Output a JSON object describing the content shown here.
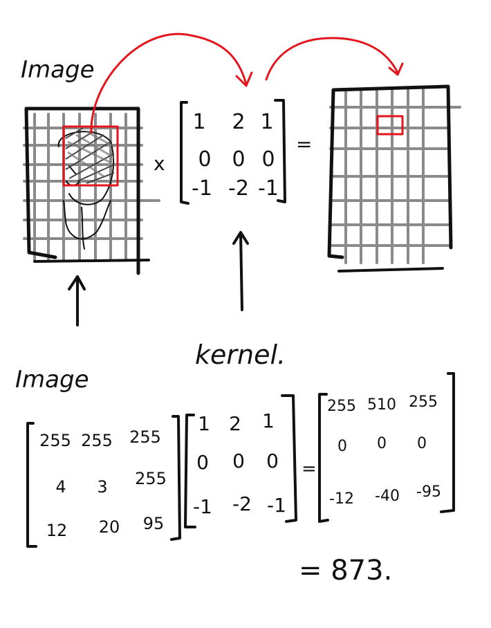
{
  "labels": {
    "image_top": "Image",
    "image_bottom": "Image",
    "kernel": "kernel.",
    "times": "x",
    "equals_top": "=",
    "equals_bottom": "=",
    "result": "= 873."
  },
  "kernel_top": [
    [
      "1",
      "2",
      "1"
    ],
    [
      "0",
      "0",
      "0"
    ],
    [
      "-1",
      "-2",
      "-1"
    ]
  ],
  "image_matrix": [
    [
      "255",
      "255",
      "255"
    ],
    [
      "4",
      "3",
      "255"
    ],
    [
      "12",
      "20",
      "95"
    ]
  ],
  "kernel_bottom": [
    [
      "1",
      "2",
      "1"
    ],
    [
      "0",
      "0",
      "0"
    ],
    [
      "-1",
      "-2",
      "-1"
    ]
  ],
  "product_matrix": [
    [
      "255",
      "510",
      "255"
    ],
    [
      "0",
      "0",
      "0"
    ],
    [
      "-12",
      "-40",
      "-95"
    ]
  ],
  "colors": {
    "ink": "#111111",
    "grid": "#8a8a8a",
    "highlight": "#e3141b"
  }
}
